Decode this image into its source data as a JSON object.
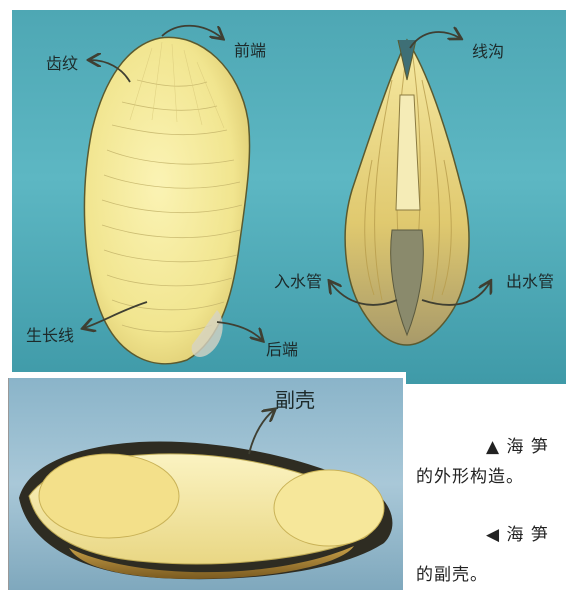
{
  "top_panel": {
    "labels": {
      "teeth": "齿纹",
      "front_end": "前端",
      "groove": "线沟",
      "inlet_tube": "入水管",
      "outlet_tube": "出水管",
      "growth_lines": "生长线",
      "rear_end": "后端"
    }
  },
  "bottom_panel": {
    "labels": {
      "accessory_shell": "副壳"
    }
  },
  "captions": {
    "caption1_line1": "▲ 海 笋",
    "caption1_line2": "的外形构造。",
    "caption2_line1": "◀ 海 笋",
    "caption2_line2": "的副壳。"
  },
  "colors": {
    "teal_bg": "#4ea7b4",
    "shell_yellow": "#f3ea9a",
    "arrow": "#4a4a3a",
    "bottom_bg": "#8ab4c9"
  }
}
